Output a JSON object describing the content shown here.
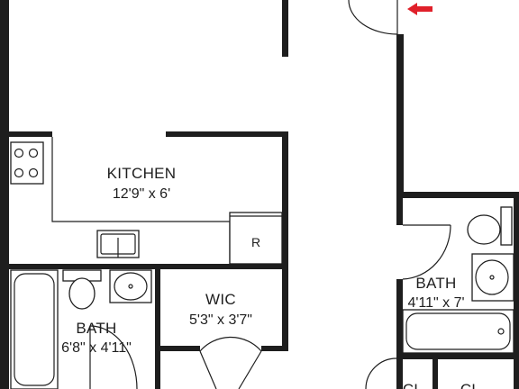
{
  "rooms": {
    "kitchen": {
      "name": "KITCHEN",
      "dims": "12'9\" x 6'"
    },
    "wic": {
      "name": "WIC",
      "dims": "5'3\" x 3'7\""
    },
    "bath_left": {
      "name": "BATH",
      "dims": "6'8\" x 4'11\""
    },
    "bath_right": {
      "name": "BATH",
      "dims": "4'11\" x 7'"
    },
    "closet_1": {
      "name": "CL"
    },
    "closet_2": {
      "name": "CL"
    }
  },
  "fixtures": {
    "refrigerator_label": "R"
  },
  "colors": {
    "wall": "#1e1e1e",
    "entry_arrow": "#e0202a",
    "background": "#ffffff"
  },
  "icons": [
    "stove-icon",
    "sink-icon",
    "toilet-icon",
    "bathtub-icon",
    "entry-arrow-icon"
  ]
}
